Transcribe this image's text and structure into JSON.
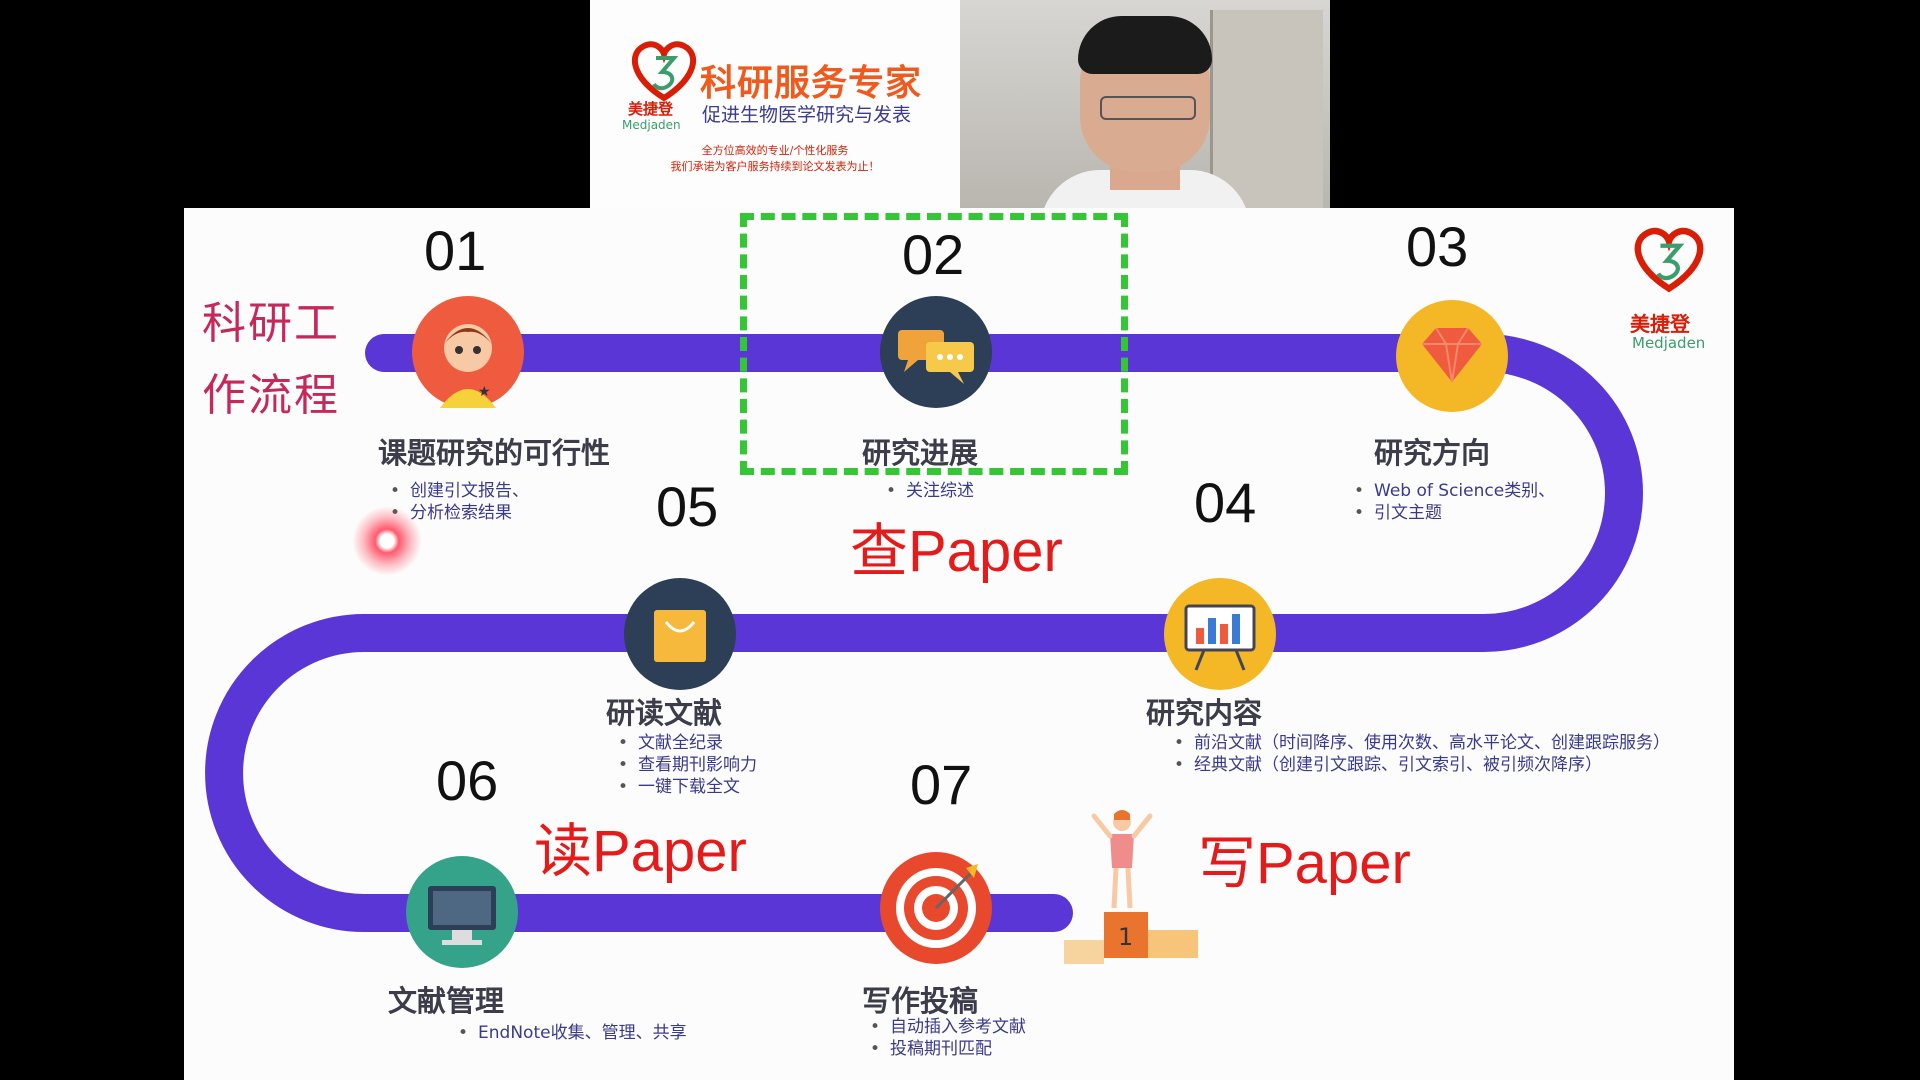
{
  "banner": {
    "brand_cn": "美捷登",
    "brand_en": "Medjaden",
    "headline": "科研服务专家",
    "subheadline": "促进生物医学研究与发表",
    "tagline1": "全方位高效的专业/个性化服务",
    "tagline2": "我们承诺为客户服务持续到论文发表为止！"
  },
  "slide": {
    "side_label_line1": "科研工",
    "side_label_line2": "作流程",
    "logo_cn": "美捷登",
    "logo_en": "Medjaden",
    "steps": [
      {
        "num": "01",
        "title": "课题研究的可行性",
        "bullets": [
          "创建引文报告、",
          "分析检索结果"
        ],
        "icon": "person-icon",
        "color": "#ef5b3f"
      },
      {
        "num": "02",
        "title": "研究进展",
        "bullets": [
          "关注综述"
        ],
        "icon": "chat-bubbles-icon",
        "color": "#2d3f56"
      },
      {
        "num": "03",
        "title": "研究方向",
        "bullets": [
          "Web of Science类别、",
          "引文主题"
        ],
        "icon": "diamond-icon",
        "color": "#f4b826"
      },
      {
        "num": "04",
        "title": "研究内容",
        "bullets": [
          "前沿文献（时间降序、使用次数、高水平论文、创建跟踪服务）",
          "经典文献（创建引文跟踪、引文索引、被引频次降序）"
        ],
        "icon": "presentation-board-icon",
        "color": "#f4b826"
      },
      {
        "num": "05",
        "title": "研读文献",
        "bullets": [
          "文献全纪录",
          "查看期刊影响力",
          "一键下载全文"
        ],
        "icon": "shopping-bag-icon",
        "color": "#2d3f56"
      },
      {
        "num": "06",
        "title": "文献管理",
        "bullets": [
          "EndNote收集、管理、共享"
        ],
        "icon": "monitor-icon",
        "color": "#34a38a"
      },
      {
        "num": "07",
        "title": "写作投稿",
        "bullets": [
          "自动插入参考文献",
          "投稿期刊匹配"
        ],
        "icon": "target-icon",
        "color": "#e8492d"
      }
    ],
    "annotations": {
      "cha": "查Paper",
      "du": "读Paper",
      "xie": "写Paper"
    },
    "podium_rank": "1",
    "colors": {
      "track": "#5b36d6",
      "highlight": "#34c634",
      "annotation": "#e31b1b"
    }
  }
}
